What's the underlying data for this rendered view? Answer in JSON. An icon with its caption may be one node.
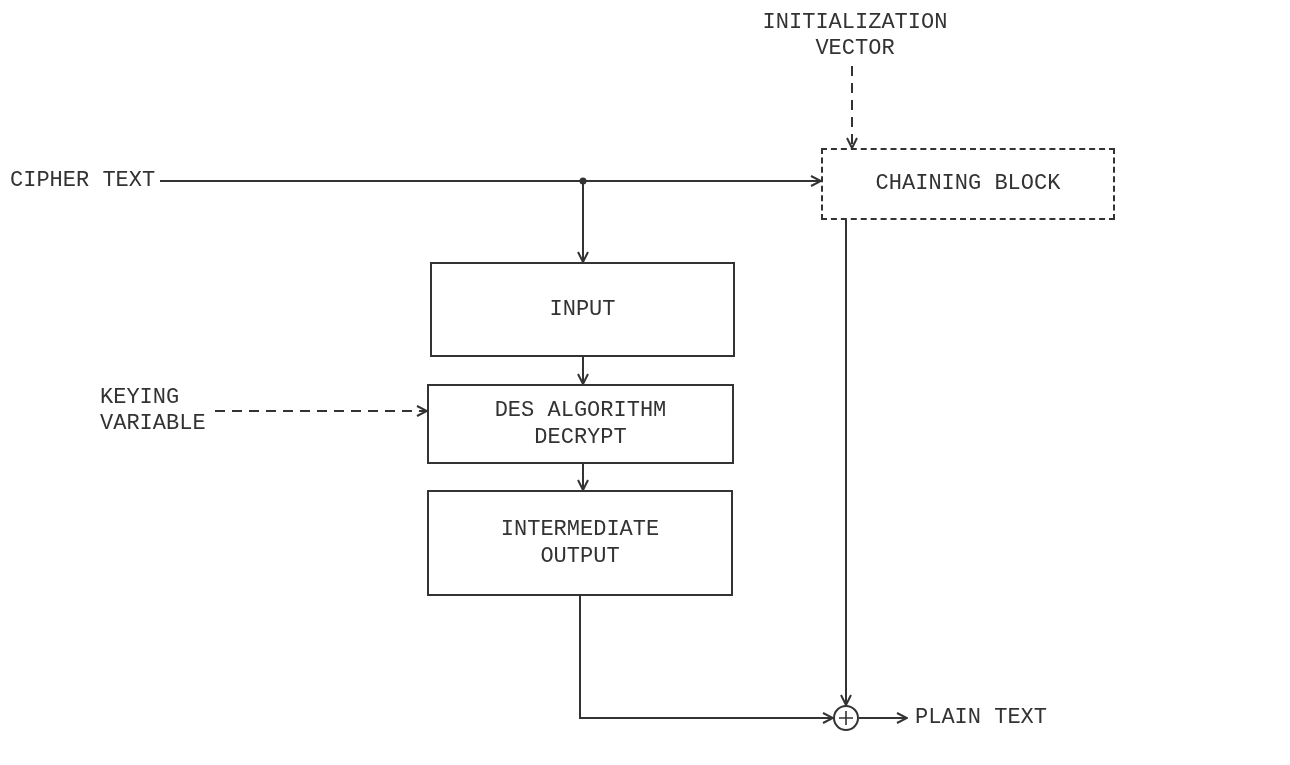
{
  "diagram": {
    "nodes": [
      {
        "text": [
          "CIPHER TEXT"
        ]
      },
      {
        "text": [
          "INITIALIZATION VECTOR"
        ]
      },
      {
        "text": [
          "CHAINING BLOCK"
        ]
      },
      {
        "text": [
          "INPUT"
        ]
      },
      {
        "text": [
          "KEYING VARIABLE"
        ]
      },
      {
        "text": [
          "DES ALGORITHM DECRYPT"
        ]
      },
      {
        "text": [
          "INTERMEDIATE OUTPUT"
        ]
      },
      {
        "text": [],
        "shape": "circle"
      },
      {
        "text": [
          "PLAIN TEXT"
        ]
      }
    ],
    "edges": [
      {
        "from": 0,
        "to": 2,
        "arrow": "to"
      },
      {
        "from": 0,
        "to": 3,
        "arrow": "to"
      },
      {
        "from": 1,
        "to": 2,
        "arrow": "to",
        "style": "dashed"
      },
      {
        "from": 3,
        "to": 5,
        "arrow": "to"
      },
      {
        "from": 4,
        "to": 5,
        "arrow": "to",
        "style": "dashed"
      },
      {
        "from": 5,
        "to": 6,
        "arrow": "to"
      },
      {
        "from": 6,
        "to": 7,
        "arrow": "to"
      },
      {
        "from": 2,
        "to": 7,
        "arrow": "to"
      },
      {
        "from": 7,
        "to": 8,
        "arrow": "to"
      }
    ]
  }
}
